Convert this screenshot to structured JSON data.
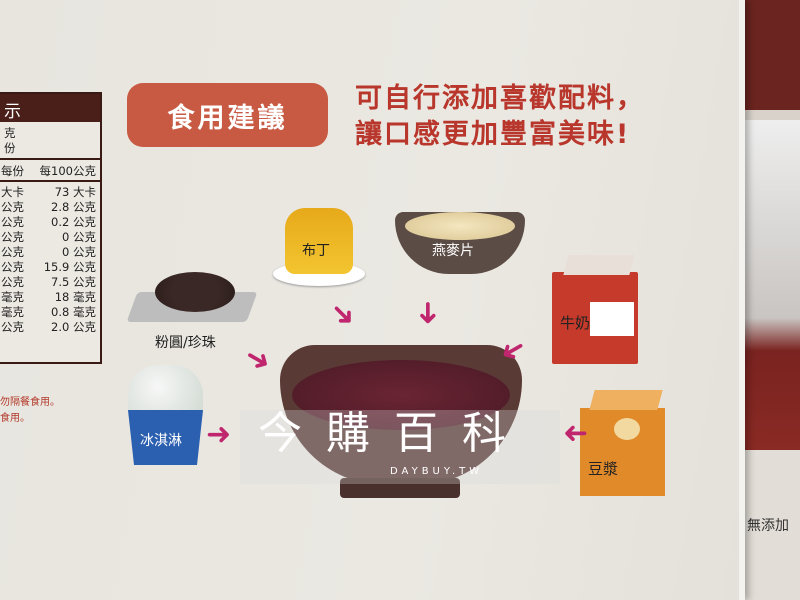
{
  "nutrition_table": {
    "header": "示",
    "serving_lines": [
      "克",
      "份"
    ],
    "column_headers": [
      "每份",
      "每100公克"
    ],
    "rows": [
      {
        "left": "大卡",
        "value": "73 大卡"
      },
      {
        "left": "公克",
        "value": "2.8 公克"
      },
      {
        "left": "公克",
        "value": "0.2 公克"
      },
      {
        "left": "公克",
        "value": "0 公克"
      },
      {
        "left": "公克",
        "value": "0 公克"
      },
      {
        "left": "公克",
        "value": "15.9 公克"
      },
      {
        "left": "公克",
        "value": "7.5 公克"
      },
      {
        "left": "毫克",
        "value": "18 毫克"
      },
      {
        "left": "毫克",
        "value": "0.8 毫克"
      },
      {
        "left": "公克",
        "value": "2.0 公克"
      }
    ],
    "warnings": [
      "勿隔餐食用。",
      "食用。"
    ]
  },
  "badge": "食用建議",
  "headline": [
    "可自行添加喜歡配料，",
    "讓口感更加豐富美味!"
  ],
  "toppings": {
    "pudding": "布丁",
    "oats": "燕麥片",
    "pearls": "粉圓/珍珠",
    "milk": "牛奶",
    "ice_cream": "冰淇淋",
    "soy_milk": "豆漿"
  },
  "watermark": {
    "title": "今購百科",
    "site": "DAYBUY.TW"
  },
  "background_box_text": "無添加",
  "colors": {
    "accent_red": "#b8362b",
    "badge": "#c85a43",
    "arrow": "#c0266d",
    "table_header": "#4a1f1a"
  }
}
